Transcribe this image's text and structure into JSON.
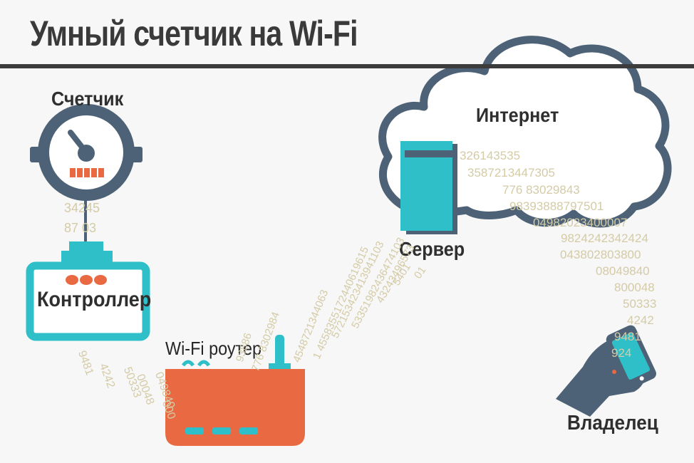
{
  "title": "Умный счетчик на Wi-Fi",
  "labels": {
    "meter": "Счетчик",
    "controller": "Контроллер",
    "router": "Wi-Fi роутер",
    "internet": "Интернет",
    "server": "Сервер",
    "owner": "Владелец"
  },
  "data_streams": {
    "meter_to_controller": [
      "34245",
      "87 03"
    ],
    "controller_to_router": [
      "9481",
      "4242",
      "50333",
      "00048",
      "049840",
      "000"
    ],
    "router_to_server": [
      "93886",
      "776 8302984",
      "4548721344063",
      "1 4558355172440619615",
      "572153423413941103",
      "53351982436474103",
      "43243496573",
      "5401",
      "01"
    ],
    "server_to_owner": [
      "326143535",
      "3587213447305",
      "776 83029843",
      "98393888797501",
      "04982023400007",
      "9824242342424",
      "043802803800",
      "08049840",
      "800048",
      "50333",
      "4242",
      "9481",
      "924"
    ]
  },
  "colors": {
    "dark": "#4d6277",
    "teal": "#2ebfc9",
    "orange": "#e96a42",
    "digits": "#d4cba6",
    "title_rule": "#3c3c3c"
  },
  "icons": [
    "gauge-icon",
    "controller-icon",
    "router-icon",
    "cloud-icon",
    "server-icon",
    "hand-phone-icon"
  ]
}
